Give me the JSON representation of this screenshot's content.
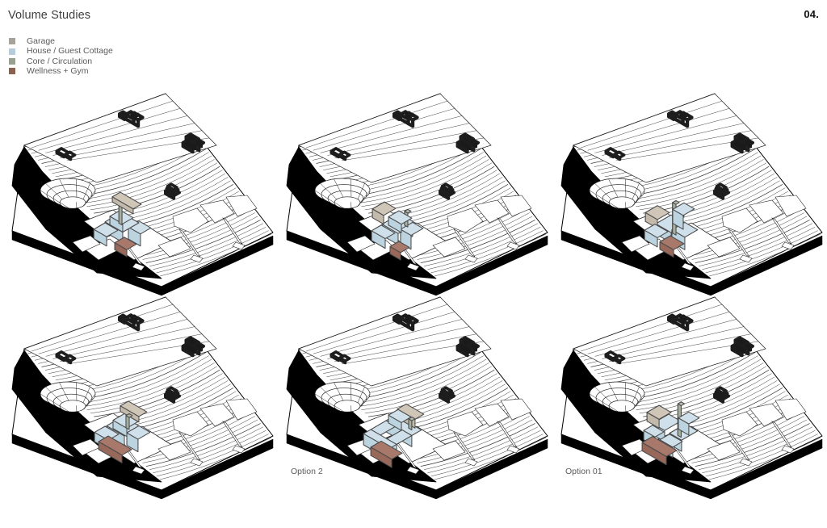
{
  "header": {
    "title": "Volume Studies",
    "page_number": "04."
  },
  "legend": {
    "items": [
      {
        "label": "Garage",
        "color": "#a8a296"
      },
      {
        "label": "House / Guest Cottage",
        "color": "#b8cddb"
      },
      {
        "label": "Core / Circulation",
        "color": "#98a090"
      },
      {
        "label": "Wellness + Gym",
        "color": "#8c5f50"
      }
    ]
  },
  "palette": {
    "garage_top": "#cfc6b8",
    "garage_left": "#b8ae9f",
    "garage_right": "#c4baab",
    "house_top": "#cfe0ea",
    "house_left": "#a9c4d4",
    "house_right": "#bcd3e0",
    "core_top": "#b4bbae",
    "core_left": "#9aa394",
    "core_right": "#a7b0a0",
    "wellness_top": "#a8796a",
    "wellness_left": "#8a5d4f",
    "wellness_right": "#98695b",
    "terrain_line": "#2b2b2b",
    "base_black": "#000000",
    "paper": "#ffffff"
  },
  "studies": [
    {
      "id": "study-1",
      "position": "top-left",
      "caption": "",
      "variant_note": "Garage slab elevated over house cluster; core visible as vertical shaft; small wellness bar at right."
    },
    {
      "id": "study-2",
      "position": "top-center",
      "caption": "",
      "variant_note": "Garage pushed to left flank; compact house cluster; detached wellness box at lower right."
    },
    {
      "id": "study-3",
      "position": "top-right",
      "caption": "",
      "variant_note": "Taller house tower with exposed green core; garage on left; wellness tucked under house."
    },
    {
      "id": "study-4",
      "position": "bottom-left",
      "caption": "",
      "variant_note": "Garage bar on upper terrace; extended wellness volume across the downhill frontage."
    },
    {
      "id": "study-5",
      "position": "bottom-center",
      "caption": "Option 2",
      "variant_note": "House mass with carved courtyard; garage to rear; long wellness bar in foreground."
    },
    {
      "id": "study-6",
      "position": "bottom-right",
      "caption": "Option 01",
      "variant_note": "Split house wings flanking a tall circulation core; broad wellness bar along the lower slope."
    }
  ]
}
